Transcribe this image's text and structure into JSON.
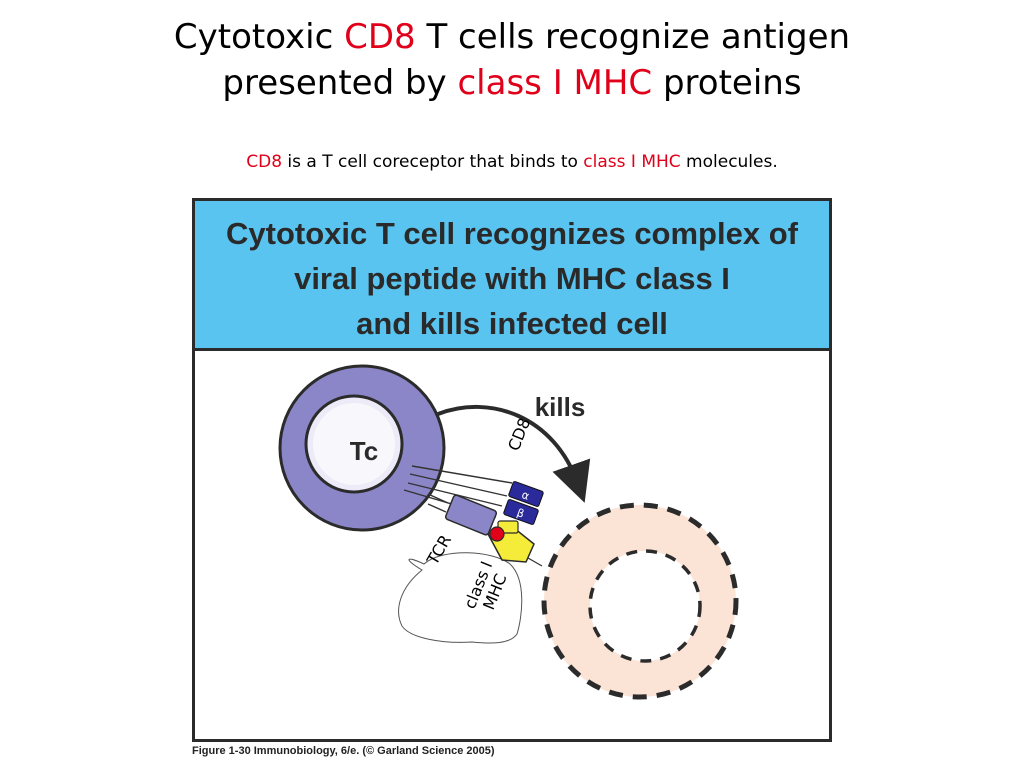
{
  "title": {
    "line1_part1": "Cytotoxic ",
    "line1_red": "CD8",
    "line1_part2": " T cells recognize antigen",
    "line2_part1": "presented by ",
    "line2_red": "class I MHC",
    "line2_part2": " proteins"
  },
  "subtitle": {
    "red1": "CD8",
    "part1": " is a T cell coreceptor that binds to ",
    "red2": "class I MHC",
    "part2": " molecules."
  },
  "figure": {
    "header_line1": "Cytotoxic T cell recognizes complex of",
    "header_line2": "viral peptide with MHC class I",
    "header_line3": "and kills infected cell",
    "kills_label": "kills",
    "tc_label": "Tc",
    "cd8_label": "CD8",
    "tcr_label": "TCR",
    "class1_label_line1": "class I",
    "class1_label_line2": "MHC",
    "cd8_alpha": "α",
    "cd8_beta": "β",
    "caption": "Figure 1-30  Immunobiology, 6/e. (© Garland Science 2005)"
  },
  "colors": {
    "accent_red": "#e0001a",
    "header_blue": "#5ac4f0",
    "tcell_purple": "#8b86c8",
    "cd8_blue": "#2a2a9a",
    "mhc_yellow": "#f5ec3a",
    "target_peach": "#fbe3d6"
  }
}
